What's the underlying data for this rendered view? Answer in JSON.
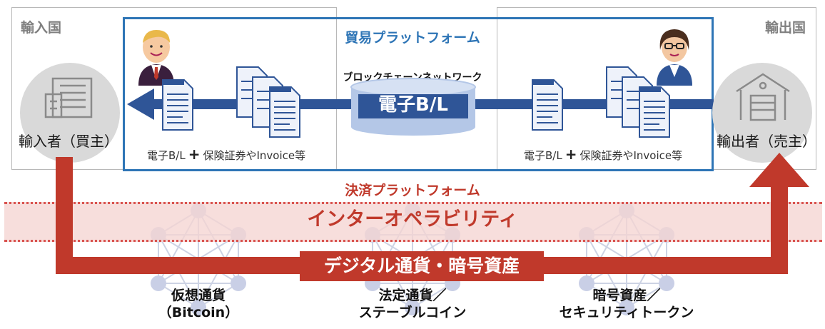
{
  "importer": {
    "country": "輸入国",
    "party": "輸入者（買主）",
    "docs": "電子B/L",
    "docs_extra": "保険証券やInvoice等"
  },
  "exporter": {
    "country": "輸出国",
    "party": "輸出者（売主）",
    "docs": "電子B/L",
    "docs_extra": "保険証券やInvoice等"
  },
  "trade_platform": {
    "title": "貿易プラットフォーム",
    "network_label": "ブロックチェーンネットワーク",
    "ebl": "電子B/L"
  },
  "settlement_platform": {
    "title": "決済プラットフォーム",
    "interoperability": "インターオペラビリティ",
    "digital_currency": "デジタル通貨・暗号資産"
  },
  "networks": [
    {
      "line1": "仮想通貨",
      "line2": "（Bitcoin）"
    },
    {
      "line1": "法定通貨／",
      "line2": "ステーブルコイン"
    },
    {
      "line1": "暗号資産／",
      "line2": "セキュリティトークン"
    }
  ],
  "colors": {
    "accent_blue": "#2e75b6",
    "flow_blue": "#2f5597",
    "arrow_red": "#c0392b",
    "band_pink": "#f5d5d2",
    "band_dots": "#d9534f"
  },
  "icons": [
    "person-importer-icon",
    "person-exporter-icon",
    "document-icon",
    "document-stack-icon",
    "building-icon",
    "warehouse-icon",
    "network-node-icon"
  ]
}
